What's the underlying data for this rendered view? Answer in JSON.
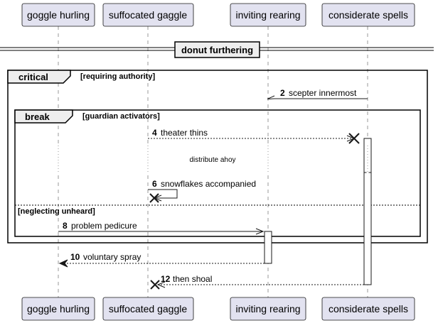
{
  "participants": [
    {
      "id": "p1",
      "label": "goggle hurling"
    },
    {
      "id": "p2",
      "label": "suffocated gaggle"
    },
    {
      "id": "p3",
      "label": "inviting rearing"
    },
    {
      "id": "p4",
      "label": "considerate spells"
    }
  ],
  "divider": {
    "label": "donut furthering"
  },
  "frames": {
    "critical": {
      "keyword": "critical",
      "guard": "[requiring authority]"
    },
    "break": {
      "keyword": "break",
      "guard": "[guardian activators]",
      "else_guard": "[neglecting unheard]"
    }
  },
  "messages": [
    {
      "num": "2",
      "label": "scepter innermost"
    },
    {
      "num": "4",
      "label": "theater thins"
    },
    {
      "num": "6",
      "label": "snowflakes accompanied"
    },
    {
      "num": "8",
      "label": "problem pedicure"
    },
    {
      "num": "10",
      "label": "voluntary spray"
    },
    {
      "num": "12",
      "label": "then shoal"
    }
  ],
  "delay": {
    "label": "distribute ahoy"
  }
}
